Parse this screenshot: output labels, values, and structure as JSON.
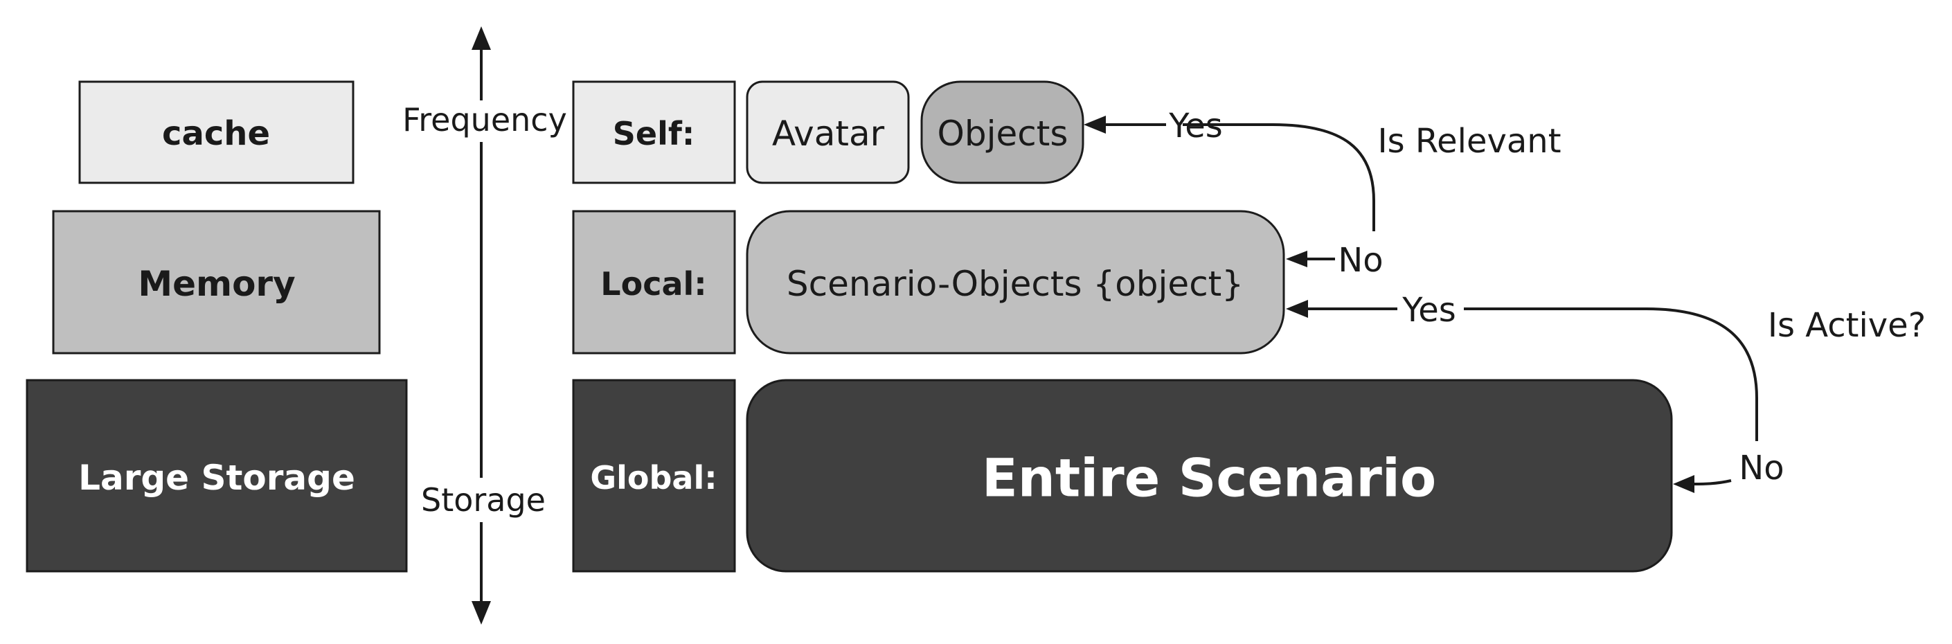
{
  "tiers": {
    "cache": "cache",
    "memory": "Memory",
    "large_storage": "Large Storage"
  },
  "axis": {
    "top": "Frequency",
    "bottom": "Storage"
  },
  "levels": {
    "self": "Self:",
    "local": "Local:",
    "global": "Global:"
  },
  "blocks": {
    "avatar": "Avatar",
    "objects": "Objects",
    "scenario_objects": "Scenario-Objects {object}",
    "entire_scenario": "Entire Scenario"
  },
  "decisions": {
    "is_relevant": "Is Relevant",
    "is_active": "Is Active?",
    "yes_relevant": "Yes",
    "no_relevant": "No",
    "yes_active": "Yes",
    "no_active": "No"
  },
  "colors": {
    "light": "#ebebeb",
    "medium": "#bfbfbf",
    "objects": "#b3b3b3",
    "dark": "#404040",
    "ink": "#1a1a1a"
  }
}
